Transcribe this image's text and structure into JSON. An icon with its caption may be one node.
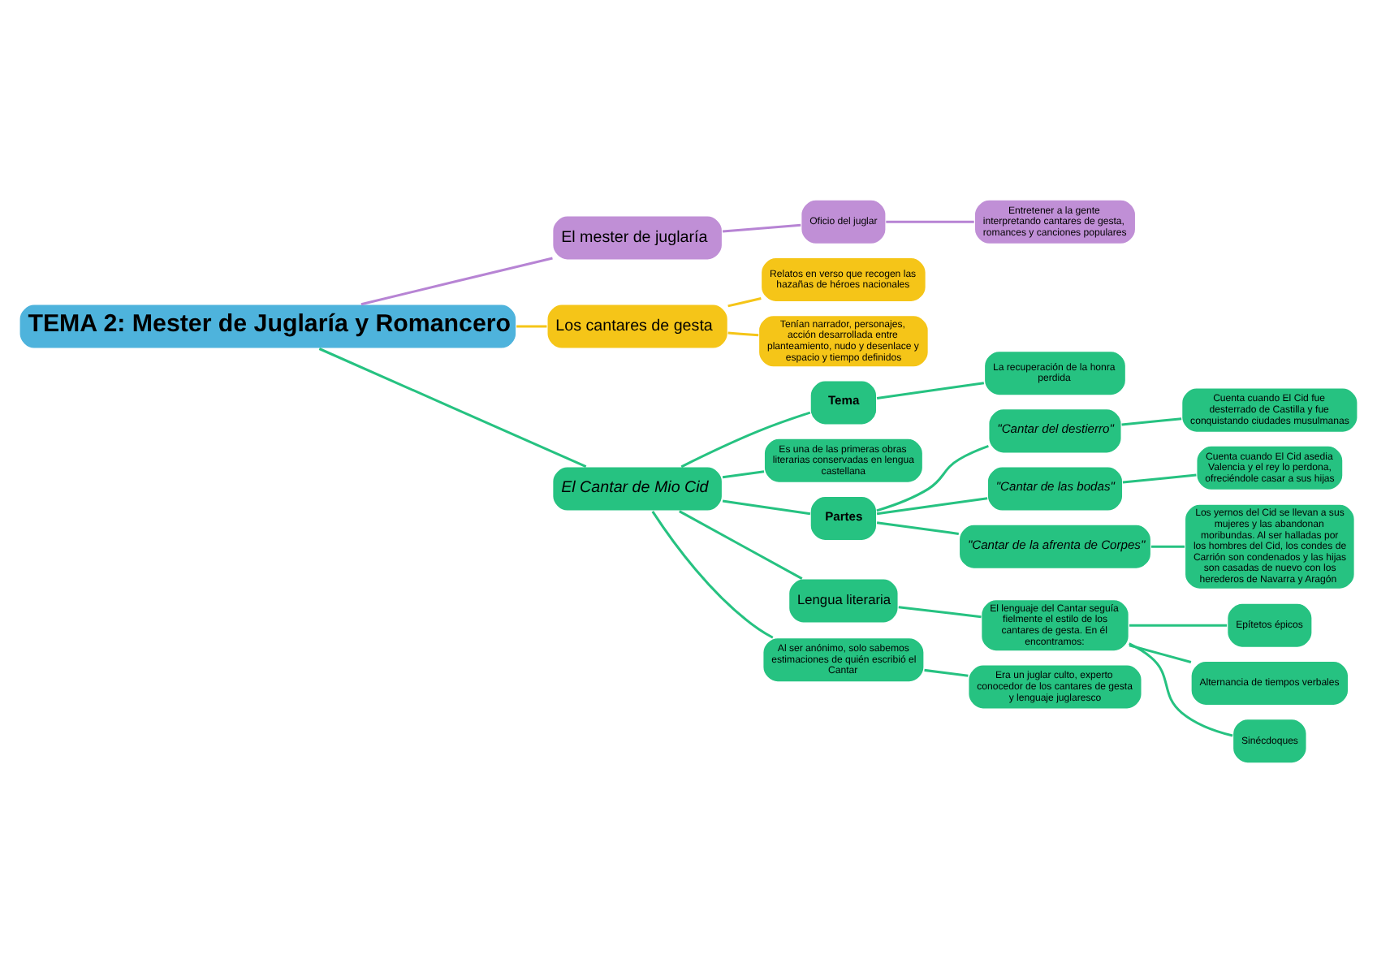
{
  "diagram": {
    "nodes": [
      {
        "text": [
          "TEMA 2: Mester de Juglaría y Romancero"
        ]
      },
      {
        "text": [
          "El mester de juglaría"
        ]
      },
      {
        "text": [
          "Oficio del juglar"
        ]
      },
      {
        "text": [
          "Entretener a la gente interpretando cantares de gesta, romances y canciones populares"
        ]
      },
      {
        "text": [
          "Los cantares de gesta"
        ]
      },
      {
        "text": [
          "Relatos en verso que recogen las hazañas de héroes nacionales"
        ]
      },
      {
        "text": [
          "Tenían narrador, personajes, acción desarrollada entre planteamiento, nudo y desenlace y espacio y tiempo definidos"
        ]
      },
      {
        "text": [
          "El Cantar de Mio Cid"
        ]
      },
      {
        "text": [
          "Tema"
        ]
      },
      {
        "text": [
          "La recuperación de la honra perdida"
        ]
      },
      {
        "text": [
          "Es una de las primeras obras literarias conservadas en lengua castellana"
        ]
      },
      {
        "text": [
          "Partes"
        ]
      },
      {
        "text": [
          "\"Cantar del destierro\""
        ]
      },
      {
        "text": [
          "Cuenta cuando El Cid fue desterrado de Castilla y fue conquistando ciudades musulmanas"
        ]
      },
      {
        "text": [
          "\"Cantar de las bodas\""
        ]
      },
      {
        "text": [
          "Cuenta cuando El Cid asedia Valencia y el rey lo perdona, ofreciéndole casar a sus hijas"
        ]
      },
      {
        "text": [
          "\"Cantar de la afrenta de Corpes\""
        ]
      },
      {
        "text": [
          "Los yernos del Cid se llevan a sus mujeres y las abandonan moribundas. Al ser halladas por los hombres del Cid, los condes de Carrión son condenados y las hijas son casadas de nuevo con los herederos de Navarra y Aragón"
        ]
      },
      {
        "text": [
          "Lengua literaria"
        ]
      },
      {
        "text": [
          "El lenguaje del Cantar seguía fielmente el estilo de los cantares de gesta. En él encontramos:"
        ]
      },
      {
        "text": [
          "Epítetos épicos"
        ]
      },
      {
        "text": [
          "Alternancia de tiempos verbales"
        ]
      },
      {
        "text": [
          "Sinécdoques"
        ]
      },
      {
        "text": [
          "Al ser anónimo, solo sabemos estimaciones de quién escribió el Cantar"
        ]
      },
      {
        "text": [
          "Era un juglar culto, experto conocedor de los cantares de gesta y lenguaje juglaresco"
        ]
      }
    ],
    "edges": [
      {
        "from": 0,
        "to": 1,
        "arrow": "none",
        "color": "#b784d4"
      },
      {
        "from": 0,
        "to": 4,
        "arrow": "none",
        "color": "#f5c518"
      },
      {
        "from": 0,
        "to": 7,
        "arrow": "none"
      },
      {
        "from": 1,
        "to": 2,
        "arrow": "none",
        "color": "#b784d4"
      },
      {
        "from": 2,
        "to": 3,
        "arrow": "none",
        "color": "#b784d4"
      },
      {
        "from": 4,
        "to": 5,
        "arrow": "none",
        "color": "#f5c518"
      },
      {
        "from": 4,
        "to": 6,
        "arrow": "none",
        "color": "#f5c518"
      },
      {
        "from": 7,
        "to": 8,
        "arrow": "none"
      },
      {
        "from": 8,
        "to": 9,
        "arrow": "none"
      },
      {
        "from": 7,
        "to": 10,
        "arrow": "none"
      },
      {
        "from": 7,
        "to": 11,
        "arrow": "none"
      },
      {
        "from": 11,
        "to": 12,
        "arrow": "none"
      },
      {
        "from": 12,
        "to": 13,
        "arrow": "none"
      },
      {
        "from": 11,
        "to": 14,
        "arrow": "none"
      },
      {
        "from": 14,
        "to": 15,
        "arrow": "none"
      },
      {
        "from": 11,
        "to": 16,
        "arrow": "none"
      },
      {
        "from": 16,
        "to": 17,
        "arrow": "none"
      },
      {
        "from": 7,
        "to": 18,
        "arrow": "none"
      },
      {
        "from": 18,
        "to": 19,
        "arrow": "none"
      },
      {
        "from": 19,
        "to": 20,
        "arrow": "none"
      },
      {
        "from": 19,
        "to": 21,
        "arrow": "none"
      },
      {
        "from": 19,
        "to": 22,
        "arrow": "none"
      },
      {
        "from": 7,
        "to": 23,
        "arrow": "none"
      },
      {
        "from": 23,
        "to": 24,
        "arrow": "none"
      }
    ]
  }
}
